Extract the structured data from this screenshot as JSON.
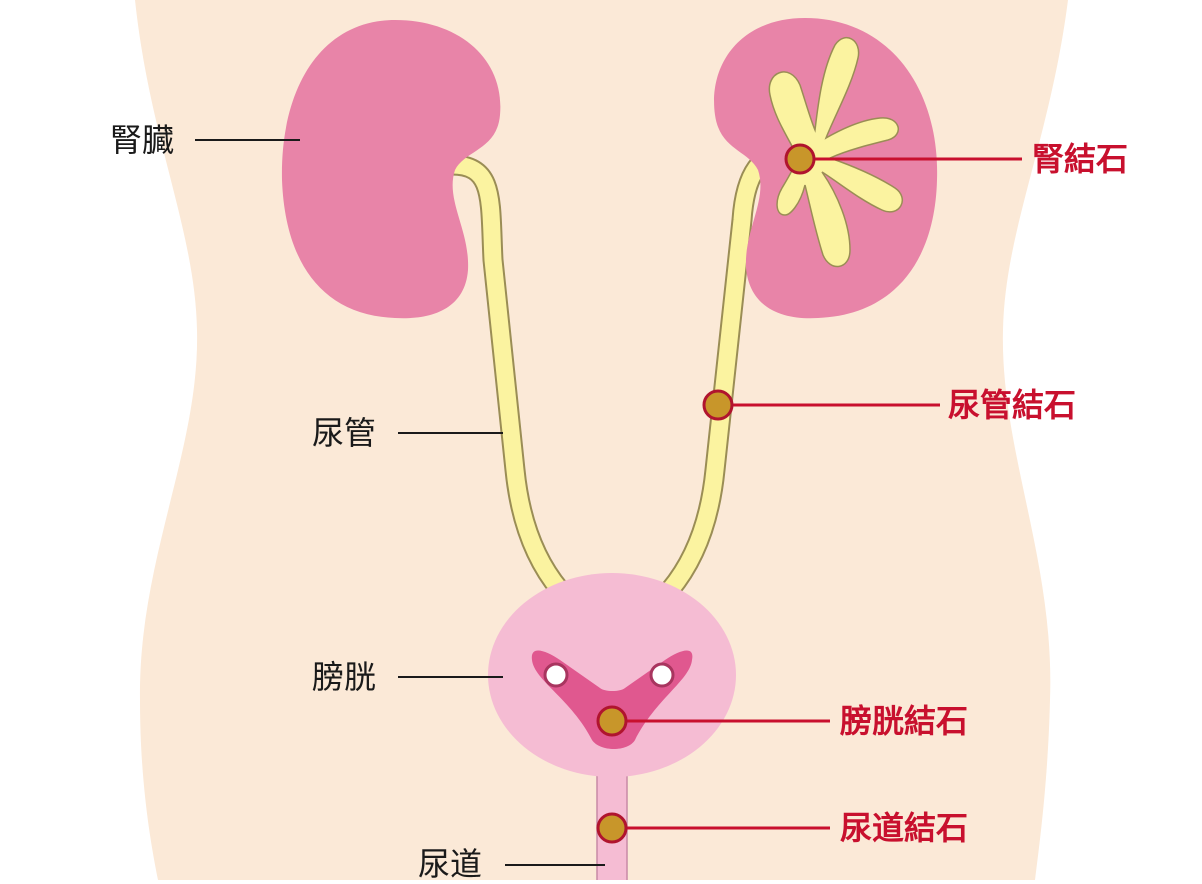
{
  "labels": {
    "kidney": "腎臓",
    "ureter": "尿管",
    "bladder": "膀胱",
    "urethra": "尿道"
  },
  "stones": {
    "kidney_stone": "腎結石",
    "ureter_stone": "尿管結石",
    "bladder_stone": "膀胱結石",
    "urethra_stone": "尿道結石"
  },
  "colors": {
    "body": "#fbe9d7",
    "kidney": "#e884a8",
    "ureter": "#fbf3a0",
    "ureter_outline": "#9a8d55",
    "bladder_outer": "#f5bcd3",
    "bladder_inner": "#e0588f",
    "stone": "#c8962a",
    "stone_ring": "#b0142e",
    "red_line": "#c8102e",
    "black_line": "#1a1a1a"
  }
}
